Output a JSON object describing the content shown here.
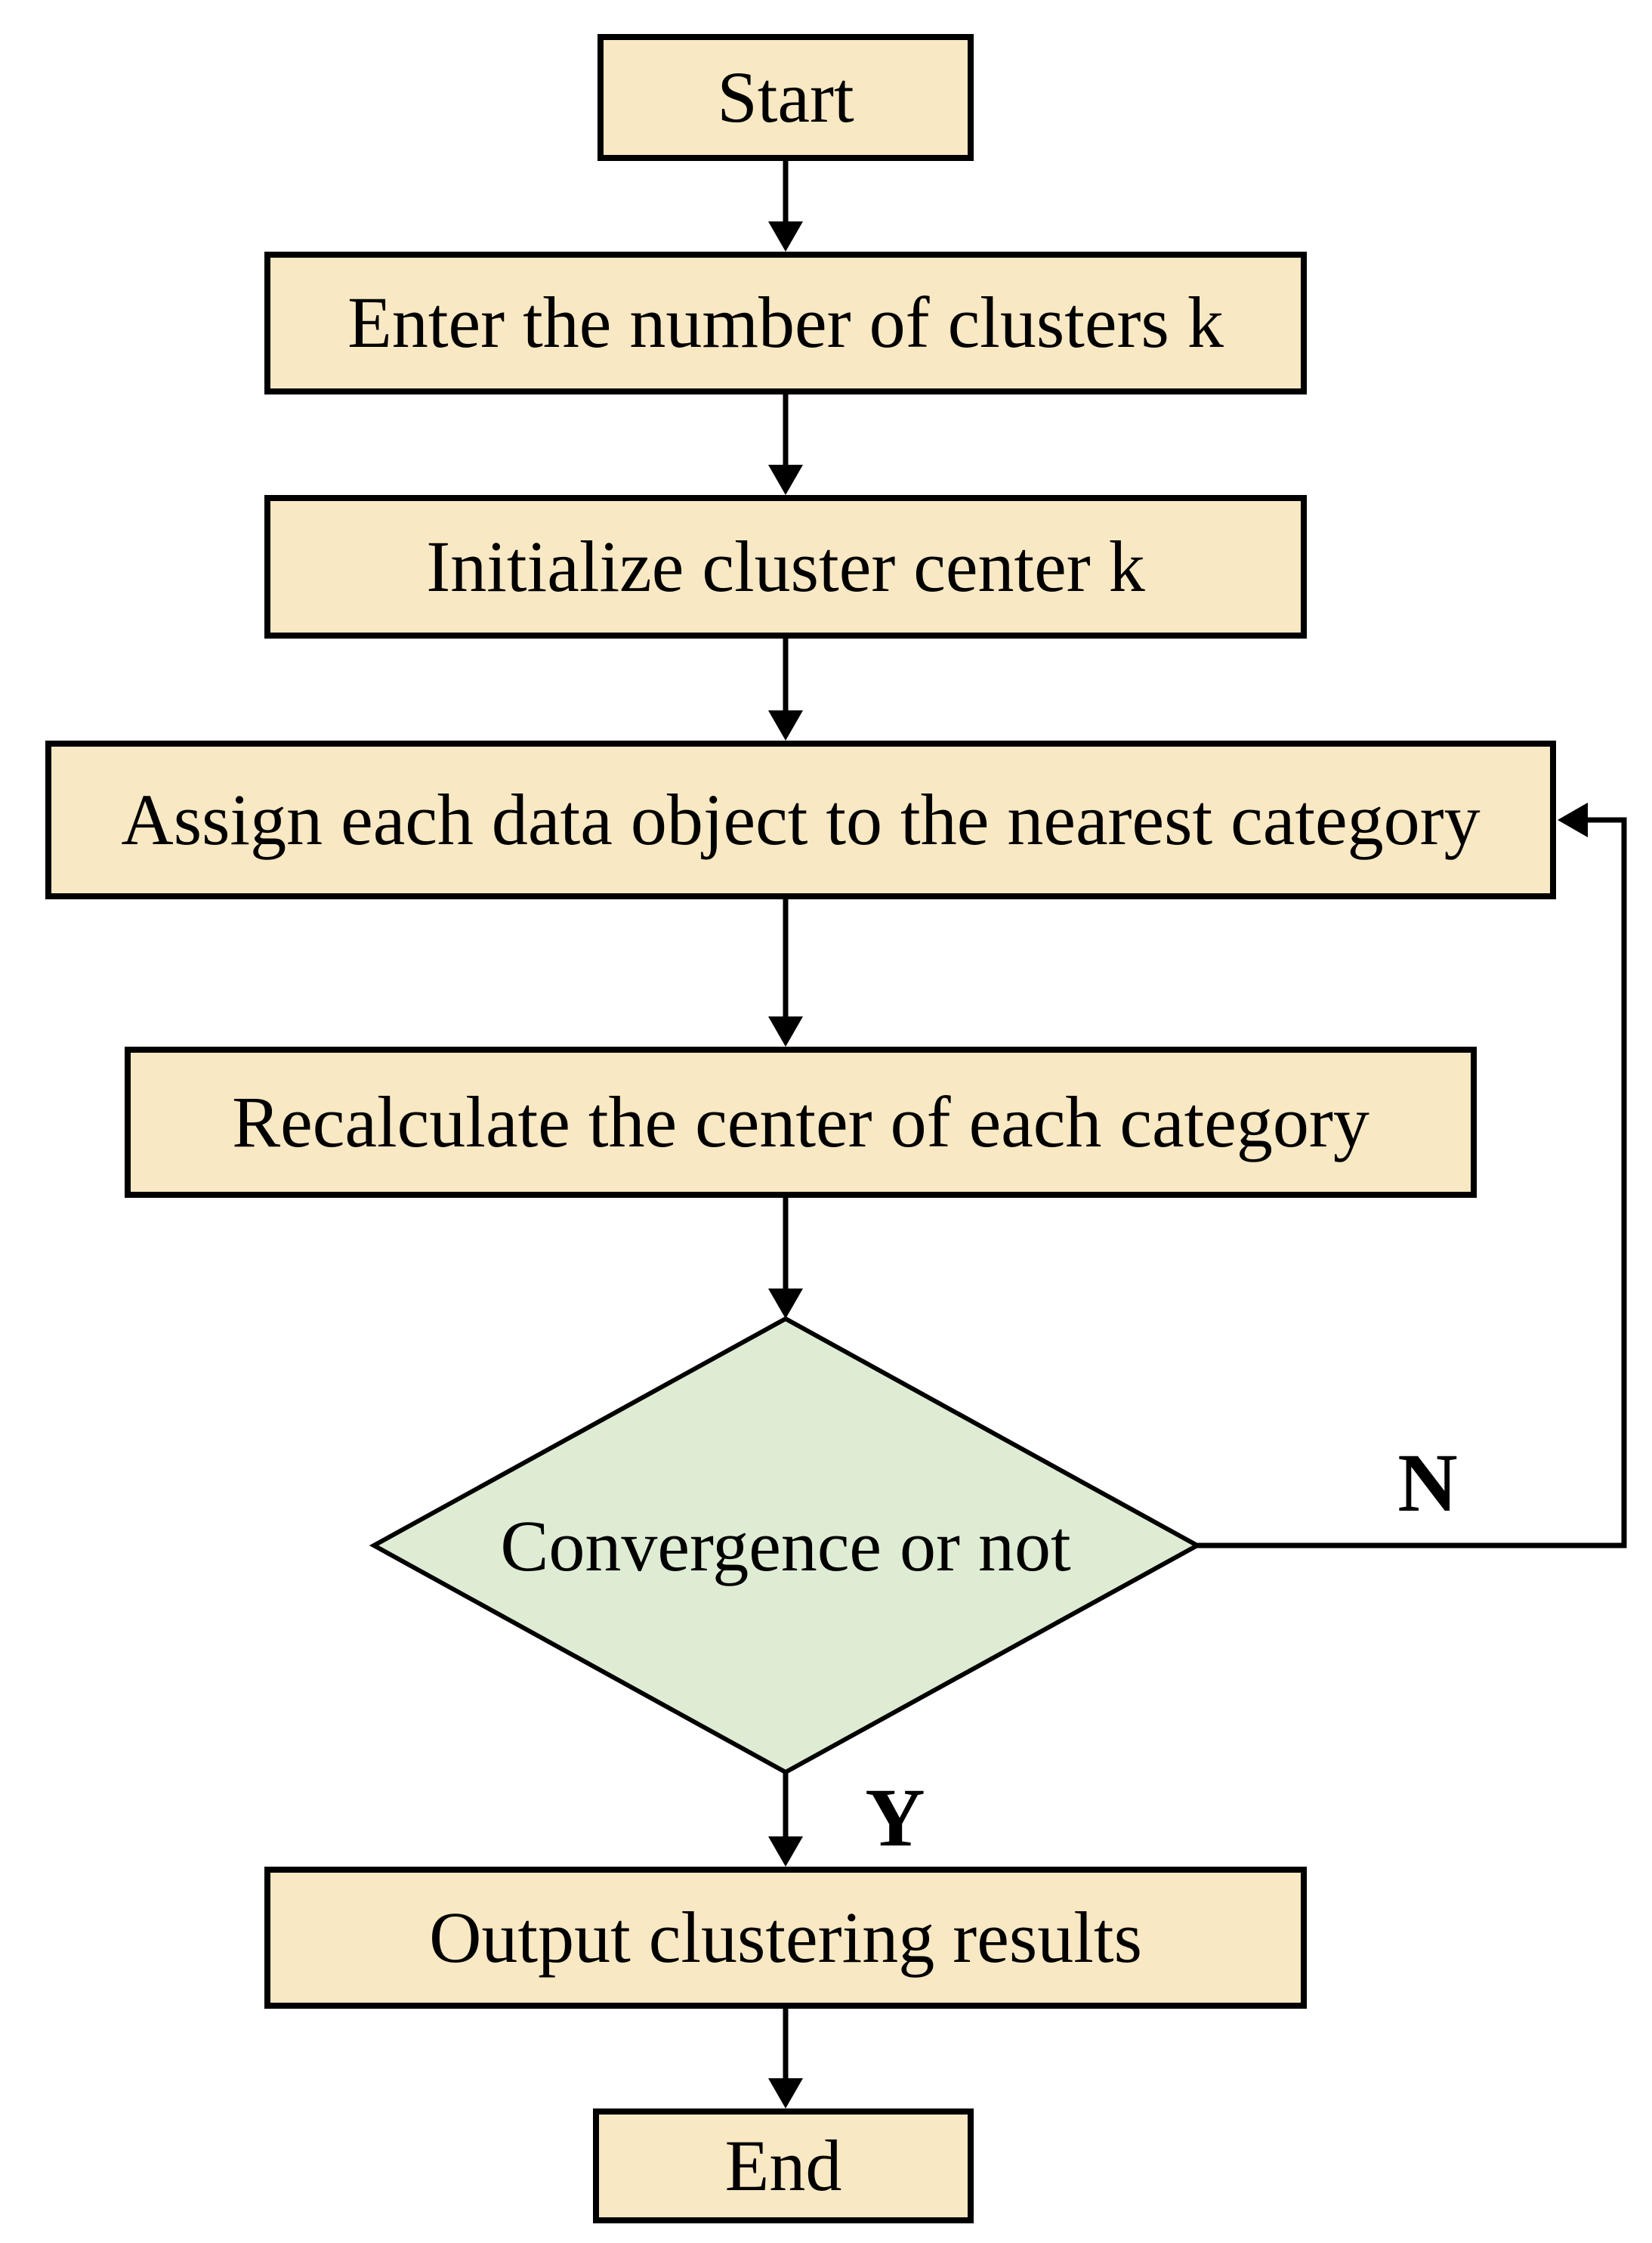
{
  "diagram": {
    "type": "flowchart",
    "background": "#FFFFFF",
    "colors": {
      "process_fill": "#F8E8C3",
      "decision_fill": "#DFECD4",
      "stroke": "#000000",
      "text": "#000000"
    },
    "nodes": [
      {
        "id": "start",
        "type": "terminator",
        "label": "Start"
      },
      {
        "id": "enter-clusters",
        "type": "process",
        "label": "Enter the number of clusters k"
      },
      {
        "id": "initialize-centers",
        "type": "process",
        "label": "Initialize cluster center k"
      },
      {
        "id": "assign-objects",
        "type": "process",
        "label": "Assign each data object to the nearest category"
      },
      {
        "id": "recalculate-centers",
        "type": "process",
        "label": "Recalculate the center of each category"
      },
      {
        "id": "convergence",
        "type": "decision",
        "label": "Convergence or not"
      },
      {
        "id": "output-results",
        "type": "process",
        "label": "Output clustering results"
      },
      {
        "id": "end",
        "type": "terminator",
        "label": "End"
      }
    ],
    "edges": [
      {
        "from": "start",
        "to": "enter-clusters"
      },
      {
        "from": "enter-clusters",
        "to": "initialize-centers"
      },
      {
        "from": "initialize-centers",
        "to": "assign-objects"
      },
      {
        "from": "assign-objects",
        "to": "recalculate-centers"
      },
      {
        "from": "recalculate-centers",
        "to": "convergence"
      },
      {
        "from": "convergence",
        "to": "output-results",
        "label": "Y"
      },
      {
        "from": "convergence",
        "to": "assign-objects",
        "label": "N"
      },
      {
        "from": "output-results",
        "to": "end"
      }
    ],
    "edge_labels": {
      "yes": "Y",
      "no": "N"
    }
  }
}
